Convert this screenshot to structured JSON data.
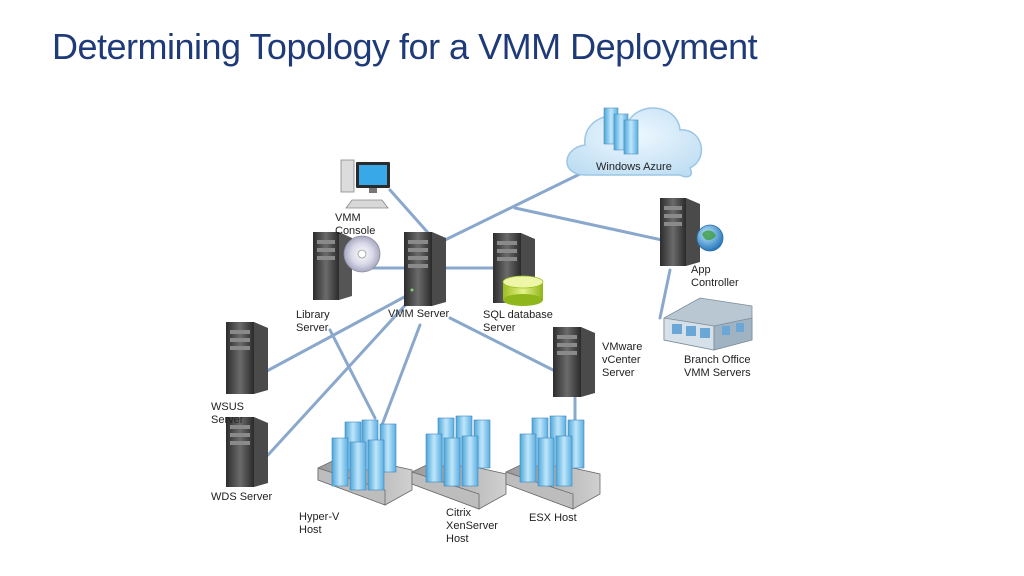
{
  "slide": {
    "title": "Determining Topology for a VMM Deployment"
  },
  "nodes": {
    "azure": "Windows Azure",
    "console": "VMM Console",
    "vmm_server": "VMM Server",
    "library": "Library Server",
    "sql": "SQL database Server",
    "app_controller": "App Controller",
    "branch": "Branch Office VMM Servers",
    "vcenter": "VMware vCenter Server",
    "wsus": "WSUS Server",
    "wds": "WDS Server",
    "hyperv": "Hyper-V Host",
    "citrix": "Citrix XenServer Host",
    "esx": "ESX Host"
  },
  "colors": {
    "title": "#1f3a78",
    "connector": "#8aa8cc",
    "cloud": "#cfe6f6",
    "server_dark": "#3a3a3a",
    "host_blue": "#7fc4ea"
  }
}
